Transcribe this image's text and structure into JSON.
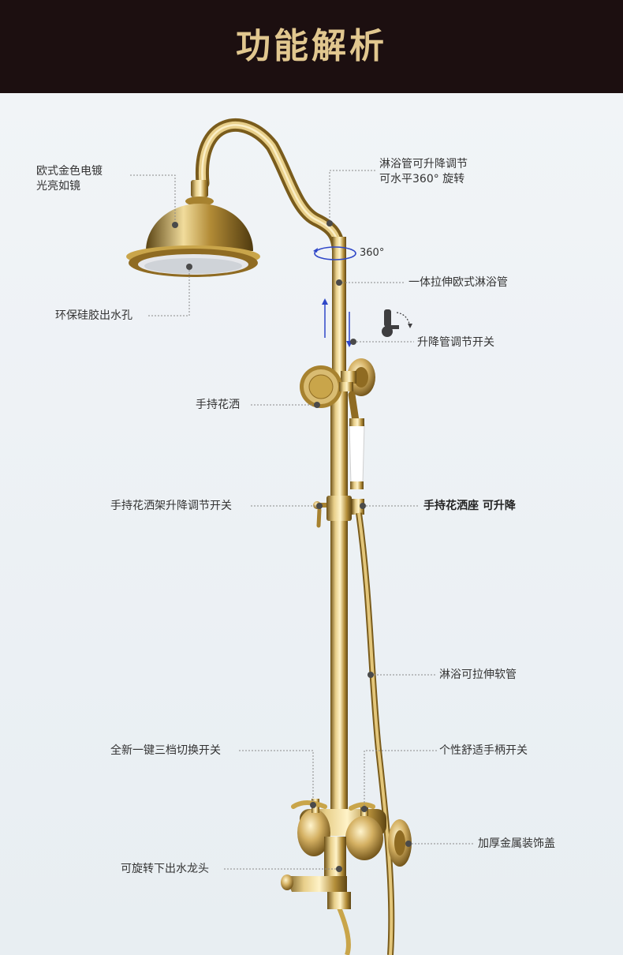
{
  "header": {
    "title": "功能解析"
  },
  "rotation_label": "360°",
  "labels": {
    "plating": [
      "欧式金色电镀",
      "光亮如镜"
    ],
    "lift_rotate": [
      "淋浴管可升降调节",
      "可水平360° 旋转"
    ],
    "nozzle": "环保硅胶出水孔",
    "telescopic_pipe": "一体拉伸欧式淋浴管",
    "lift_switch": "升降管调节开关",
    "hand_shower": "手持花洒",
    "bracket_switch": "手持花洒架升降调节开关",
    "seat_adjustable": "手持花洒座 可升降",
    "hose": "淋浴可拉伸软管",
    "three_way_switch": "全新一键三档切换开关",
    "handle_switch": "个性舒适手柄开关",
    "cover": "加厚金属装饰盖",
    "spout": "可旋转下出水龙头"
  },
  "colors": {
    "header_bg": "#1c0f10",
    "title_gold": "#e1c78f",
    "gold": "#c9a54a",
    "arrow_blue": "#2f47c8"
  }
}
